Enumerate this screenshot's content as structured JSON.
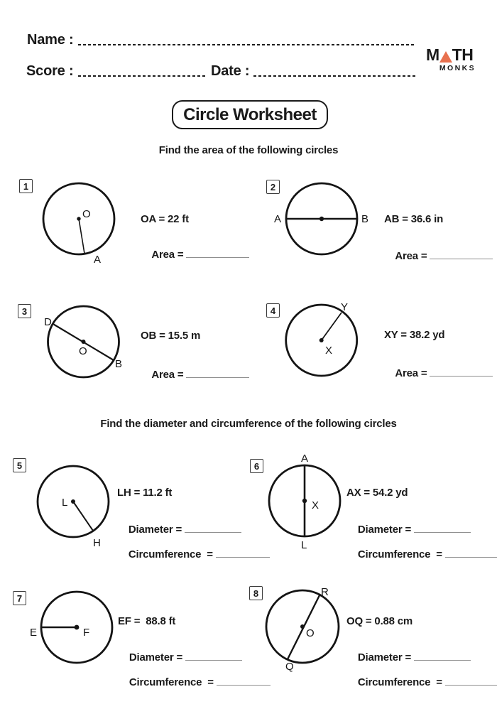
{
  "title": "Circle Worksheet",
  "header": {
    "name_label": "Name :",
    "score_label": "Score :",
    "date_label": "Date :",
    "logo": {
      "part1": "M",
      "part2": "TH",
      "sub": "MONKS",
      "triangle_color": "#E8714F"
    }
  },
  "sections": [
    {
      "instruction": "Find the area of the following circles"
    },
    {
      "instruction": "Find the diameter and circumference of the following circles"
    }
  ],
  "problems": [
    {
      "num": "1",
      "given": "OA = 22 ft",
      "labels": {
        "center": "O",
        "edge1": "A"
      },
      "fields": [
        {
          "label": "Area ="
        }
      ]
    },
    {
      "num": "2",
      "given": "AB = 36.6 in",
      "labels": {
        "edge1": "A",
        "edge2": "B"
      },
      "fields": [
        {
          "label": "Area ="
        }
      ]
    },
    {
      "num": "3",
      "given": "OB = 15.5 m",
      "labels": {
        "edge1": "D",
        "center": "O",
        "edge2": "B"
      },
      "fields": [
        {
          "label": "Area ="
        }
      ]
    },
    {
      "num": "4",
      "given": "XY = 38.2 yd",
      "labels": {
        "center": "X",
        "edge1": "Y"
      },
      "fields": [
        {
          "label": "Area ="
        }
      ]
    },
    {
      "num": "5",
      "given": "LH = 11.2 ft",
      "labels": {
        "center": "L",
        "edge1": "H"
      },
      "fields": [
        {
          "label": "Diameter ="
        },
        {
          "label": "Circumference  ="
        }
      ]
    },
    {
      "num": "6",
      "given": "AX = 54.2 yd",
      "labels": {
        "edge1": "A",
        "center": "X",
        "edge2": "L"
      },
      "fields": [
        {
          "label": "Diameter ="
        },
        {
          "label": "Circumference  ="
        }
      ]
    },
    {
      "num": "7",
      "given": "EF =  88.8 ft",
      "labels": {
        "edge1": "E",
        "center": "F"
      },
      "fields": [
        {
          "label": "Diameter ="
        },
        {
          "label": "Circumference  ="
        }
      ]
    },
    {
      "num": "8",
      "given": "OQ = 0.88 cm",
      "labels": {
        "edge1": "R",
        "center": "O",
        "edge2": "Q"
      },
      "fields": [
        {
          "label": "Diameter ="
        },
        {
          "label": "Circumference  ="
        }
      ]
    }
  ]
}
